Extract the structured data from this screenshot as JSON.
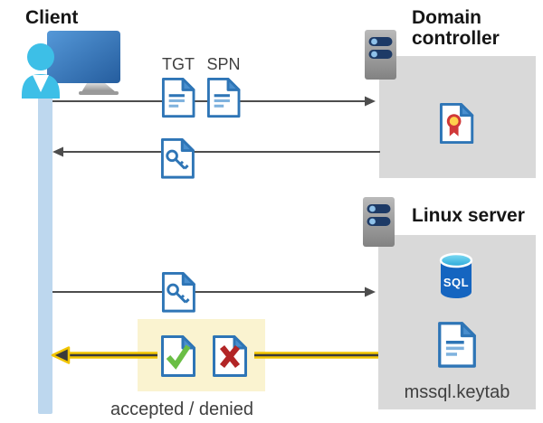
{
  "diagram": {
    "client": {
      "label": "Client"
    },
    "domain_controller": {
      "label_lines": [
        "Domain",
        "controller"
      ]
    },
    "linux_server": {
      "label": "Linux server"
    },
    "request_labels": {
      "tgt": "TGT",
      "spn": "SPN"
    },
    "sql_badge": "SQL",
    "keytab_label": "mssql.keytab",
    "result_label": "accepted / denied"
  },
  "icons": {
    "client": "person-at-monitor-icon",
    "domain_controller": "server-tower-icon",
    "linux_server": "server-tower-icon",
    "tgt": "ticket-document-icon",
    "spn": "ticket-document-icon",
    "service_ticket": "key-document-icon",
    "session_key": "key-document-icon",
    "certificate": "certificate-document-icon",
    "sql": "sql-database-cylinder-icon",
    "keytab": "text-document-icon",
    "accepted": "check-document-icon",
    "denied": "x-document-icon"
  },
  "colors": {
    "doc-blue": "#2e75b6",
    "doc-fold": "#4a8fce",
    "doc-line-light": "#7fb2de",
    "bar-blue": "#bdd7ee",
    "box-gray": "#d9d9d9",
    "arrow-gray": "#4d4d4d",
    "highlight-yellow": "#f2c500",
    "highlight-box": "#faf3d0",
    "check-green": "#6abe45",
    "deny-red": "#b22526",
    "sql-blue": "#1565c0",
    "person-cyan": "#3dbfe7",
    "navy": "#1d3a66",
    "slot-dot": "#8fc1e9",
    "text-dark": "#3f3f3f"
  }
}
